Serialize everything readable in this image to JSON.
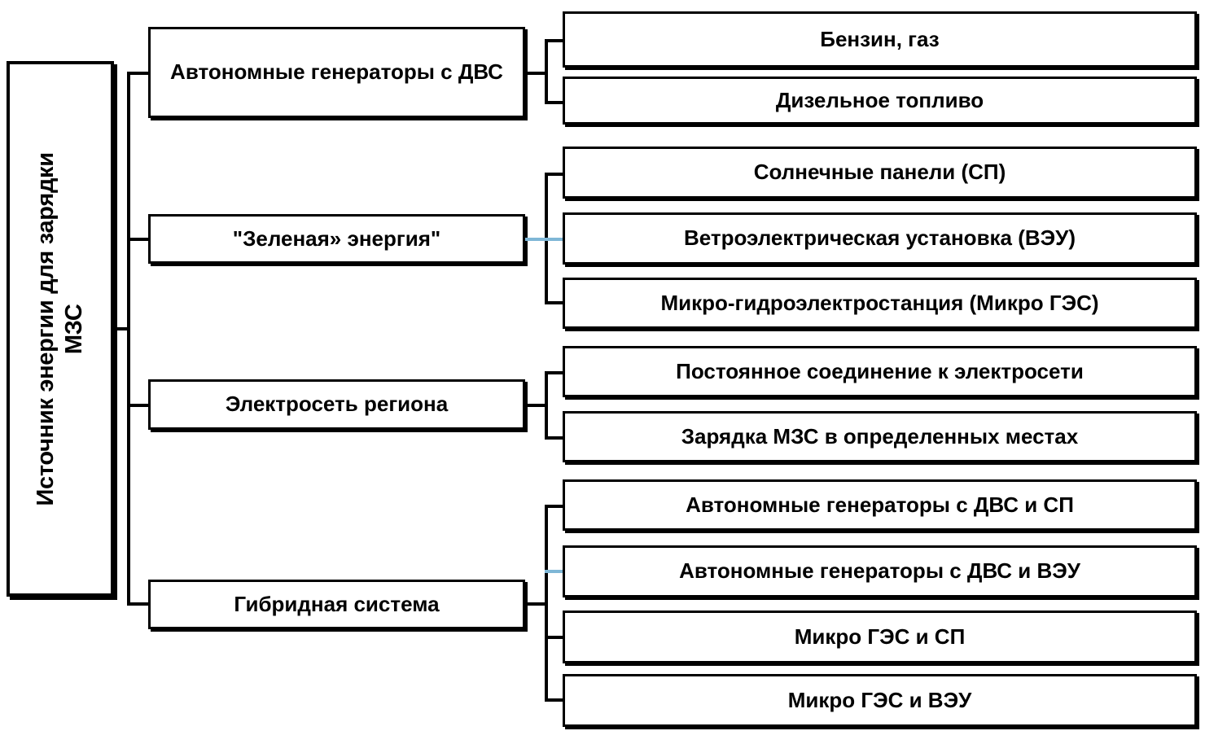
{
  "diagram": {
    "title": "Источник энергии для зарядки МЗС",
    "type": "tree",
    "orientation": "left-to-right",
    "root": {
      "label_line1": "Источник энергии для зарядки",
      "label_line2": "МЗС",
      "text_orientation": "vertical-rotated-90-ccw"
    },
    "branches": [
      {
        "id": "ice-generators",
        "label": "Автономные генераторы с ДВС",
        "leaves": [
          {
            "id": "petrol-gas",
            "label": "Бензин, газ"
          },
          {
            "id": "diesel-fuel",
            "label": "Дизельное топливо"
          }
        ]
      },
      {
        "id": "green-energy",
        "label": "\"Зеленая» энергия\"",
        "leaves": [
          {
            "id": "solar-panels",
            "label": "Солнечные панели (СП)"
          },
          {
            "id": "wind-turbine",
            "label": "Ветроэлектрическая установка (ВЭУ)"
          },
          {
            "id": "micro-hydro",
            "label": "Микро-гидроэлектростанция (Микро ГЭС)"
          }
        ]
      },
      {
        "id": "regional-grid",
        "label": "Электросеть региона",
        "leaves": [
          {
            "id": "permanent-grid-connection",
            "label": "Постоянное соединение к электросети"
          },
          {
            "id": "charging-at-specific-places",
            "label": "Зарядка МЗС в определенных местах"
          }
        ]
      },
      {
        "id": "hybrid-system",
        "label": "Гибридная система",
        "leaves": [
          {
            "id": "ice-and-solar",
            "label": "Автономные генераторы с ДВС и СП"
          },
          {
            "id": "ice-and-wind",
            "label": "Автономные генераторы с ДВС и ВЭУ"
          },
          {
            "id": "hydro-and-solar",
            "label": "Микро ГЭС и СП"
          },
          {
            "id": "hydro-and-wind",
            "label": "Микро ГЭС и ВЭУ"
          }
        ]
      }
    ],
    "colors": {
      "line": "#000000",
      "accent_line": "#7fb7d6",
      "box_fill": "#ffffff",
      "text": "#000000"
    }
  }
}
